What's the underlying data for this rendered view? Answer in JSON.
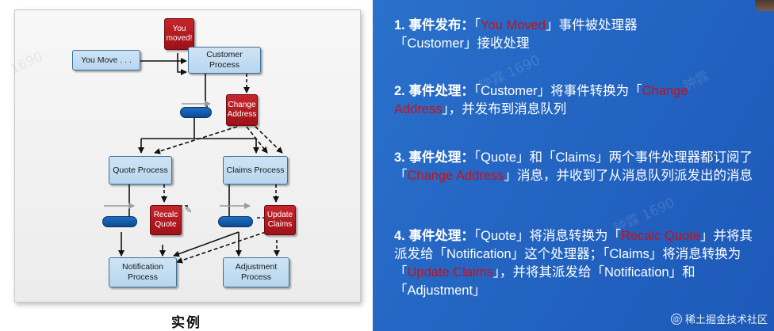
{
  "diagram": {
    "nodes": {
      "you_move": "You Move . . .",
      "you_moved": "You moved!",
      "customer": "Customer Process",
      "change_address": "Change Address",
      "quote": "Quote Process",
      "claims": "Claims Process",
      "recalc_quote": "Recalc Quote",
      "update_claims": "Update Claims",
      "notification": "Notification Process",
      "adjustment": "Adjustment Process"
    },
    "caption": "实例"
  },
  "explanation": {
    "item1": {
      "num": "1. 事件发布：",
      "t1": "「",
      "h1": "You Moved",
      "t2": "」事件被处理器「Customer」接收处理"
    },
    "item2": {
      "num": "2. 事件处理：",
      "t1": "「Customer」将事件转换为「",
      "h1": "Change Address",
      "t2": "」，并发布到消息队列"
    },
    "item3": {
      "num": "3. 事件处理：",
      "t1": "「Quote」和「Claims」两个事件处理器都订阅了「",
      "h1": "Change Address",
      "t2": "」消息，并收到了从消息队列派发出的消息"
    },
    "item4": {
      "num": "4. 事件处理：",
      "t1": "「Quote」将消息转换为「",
      "h1": "Recalc Quote",
      "t2": "」并将其派发给「Notification」这个处理器；「Claims」将消息转换为「",
      "h2": "Update Claims",
      "t3": "」，并将其派发给「Notification」和「Adjustment」"
    }
  },
  "footer": {
    "credit": "稀土掘金技术社区"
  },
  "watermarks": {
    "a": "1690",
    "b": "钟霖 1690",
    "c": "钟霖"
  },
  "colors": {
    "background": "#2a70cc",
    "highlight": "#c8101a",
    "node_fill": "#c3dcf2",
    "event_fill": "#b51a22",
    "queue_fill": "#1560b0"
  }
}
